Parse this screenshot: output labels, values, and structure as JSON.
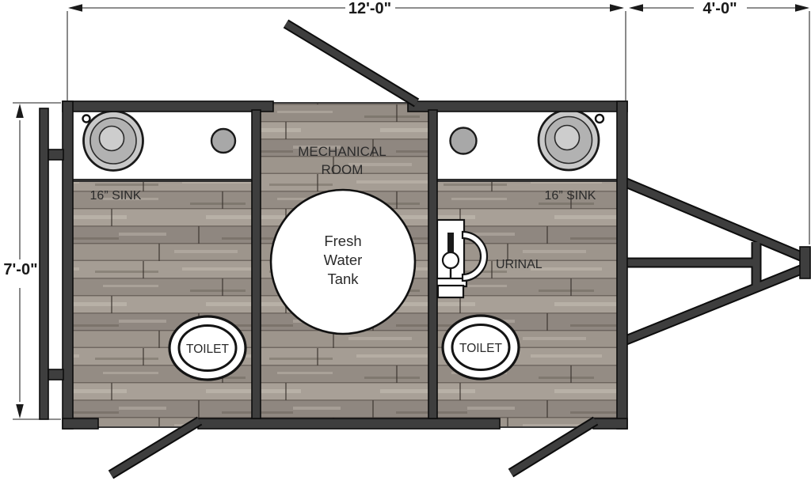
{
  "dimensions": {
    "main_width": "12'-0\"",
    "tongue_length": "4'-0\"",
    "body_height": "7'-0\""
  },
  "labels": {
    "mechanical_room": [
      "MECHANICAL",
      "ROOM"
    ],
    "fresh_water_tank": [
      "Fresh",
      "Water",
      "Tank"
    ],
    "left_sink": "16” SINK",
    "right_sink": "16” SINK",
    "left_toilet": "TOILET",
    "right_toilet": "TOILET",
    "urinal": "URINAL"
  },
  "colors": {
    "wall": "#3e3e3e",
    "outline": "#111111",
    "floor_base": "#9e968d",
    "counter": "#ffffff",
    "fixture_gray": "#a8a8a8",
    "sink_rim": "#c8c8c8",
    "sink_bowl": "#b2b2b2",
    "sink_drain": "#cdcdcd",
    "dimension_line": "#4a4a4a",
    "text": "#231f20",
    "background": "#ffffff"
  }
}
